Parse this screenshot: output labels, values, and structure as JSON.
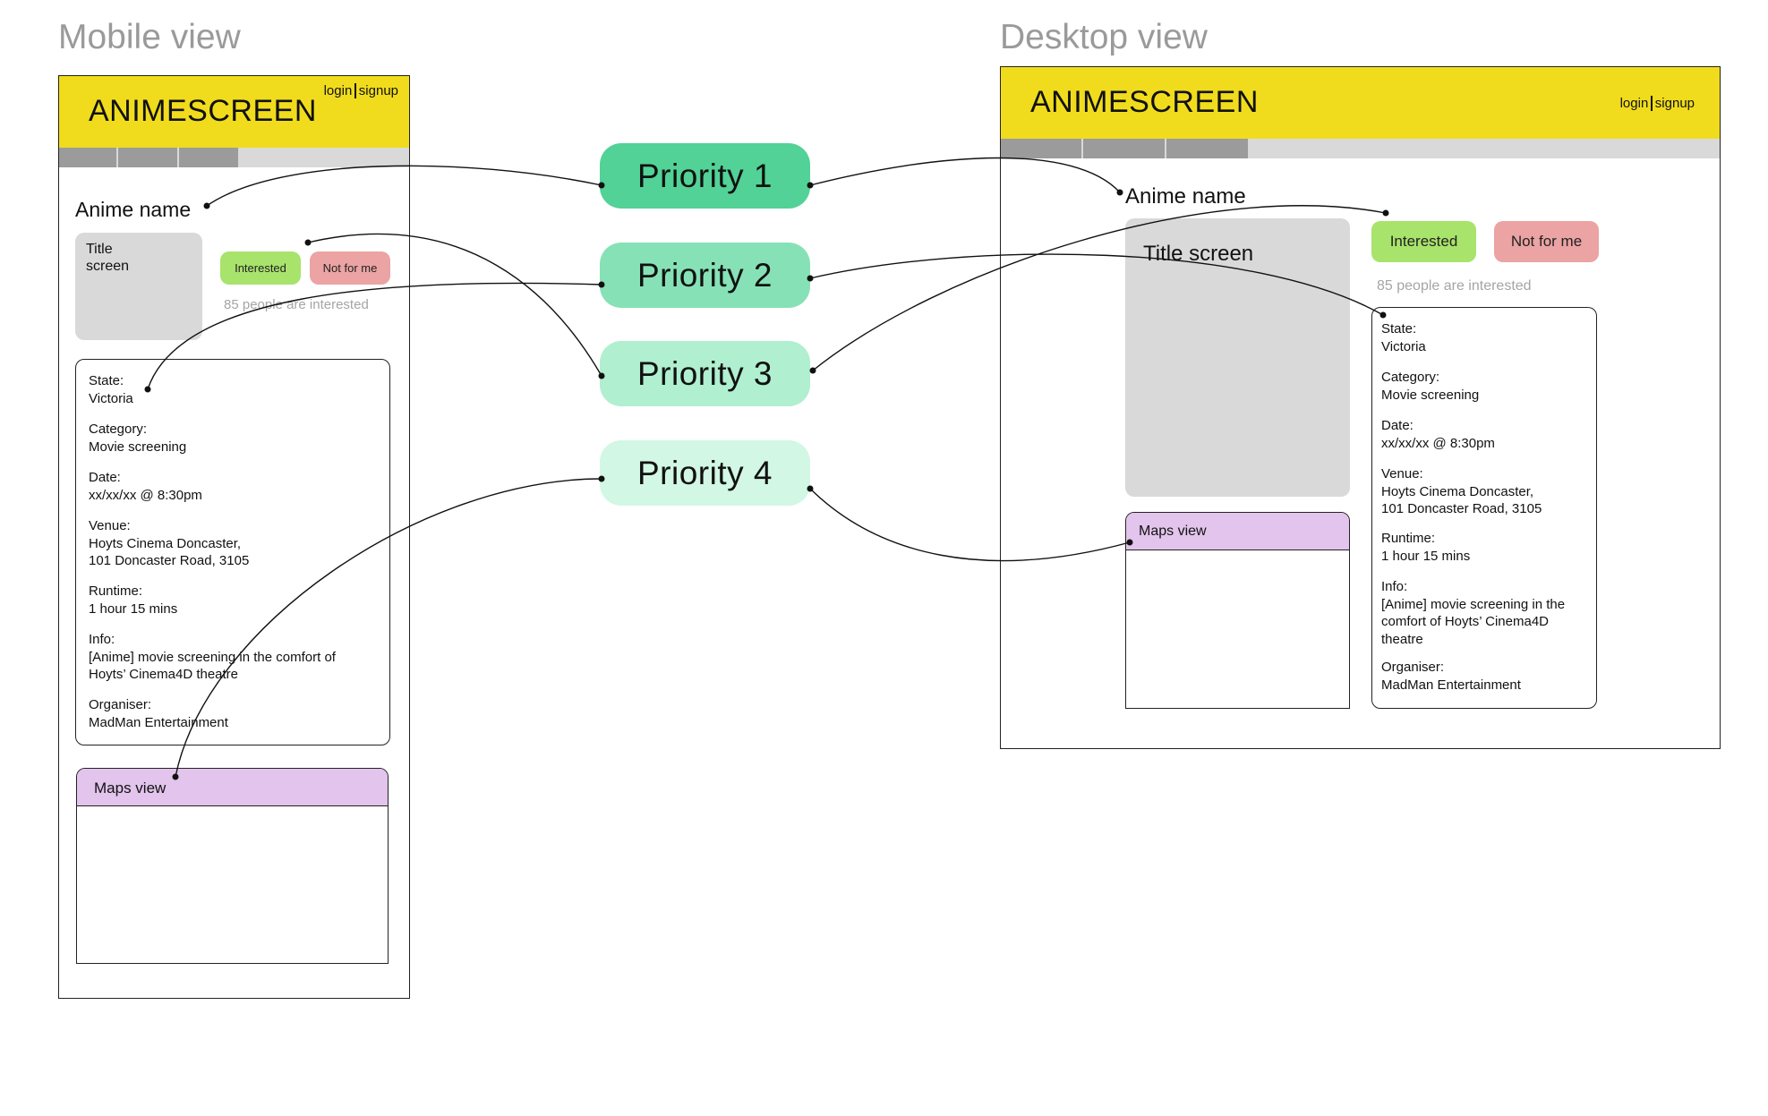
{
  "mobile": {
    "view_title": "Mobile view",
    "logo": "ANIMESCREEN",
    "login": "login",
    "signup": "signup",
    "anime_name": "Anime name",
    "title_screen": "Title\nscreen",
    "interested": "Interested",
    "not_for_me": "Not for me",
    "interest_count": "85 people are interested",
    "details": {
      "state": "State:\nVictoria",
      "category": "Category:\nMovie screening",
      "date": "Date:\nxx/xx/xx @ 8:30pm",
      "venue": "Venue:\nHoyts Cinema Doncaster,\n101 Doncaster Road, 3105",
      "runtime": "Runtime:\n1 hour 15 mins",
      "info": "Info:\n[Anime] movie screening in the comfort of\nHoyts’ Cinema4D theatre",
      "organiser": "Organiser:\nMadMan Entertainment"
    },
    "maps": "Maps view"
  },
  "desktop": {
    "view_title": "Desktop view",
    "logo": "ANIMESCREEN",
    "login": "login",
    "signup": "signup",
    "anime_name": "Anime name",
    "title_screen": "Title screen",
    "interested": "Interested",
    "not_for_me": "Not for me",
    "interest_count": "85 people are interested",
    "details": {
      "state": "State:\nVictoria",
      "category": "Category:\nMovie screening",
      "date": "Date:\nxx/xx/xx @ 8:30pm",
      "venue": "Venue:\nHoyts Cinema Doncaster,\n101 Doncaster Road, 3105",
      "runtime": "Runtime:\n1 hour 15 mins",
      "info": "Info:\n[Anime] movie screening in the\ncomfort of Hoyts’ Cinema4D\ntheatre",
      "organiser": "Organiser:\nMadMan Entertainment"
    },
    "maps": "Maps view"
  },
  "priorities": [
    {
      "label": "Priority 1",
      "color": "#52d296"
    },
    {
      "label": "Priority 2",
      "color": "#86e2b6"
    },
    {
      "label": "Priority 3",
      "color": "#b0efd0"
    },
    {
      "label": "Priority 4",
      "color": "#d2f7e4"
    }
  ],
  "colors": {
    "header": "#f0dc1c",
    "interested": "#a8e36b",
    "not_for_me": "#eba3a3",
    "maps_header": "#e2c4ec",
    "placeholder": "#d9d9d9"
  }
}
